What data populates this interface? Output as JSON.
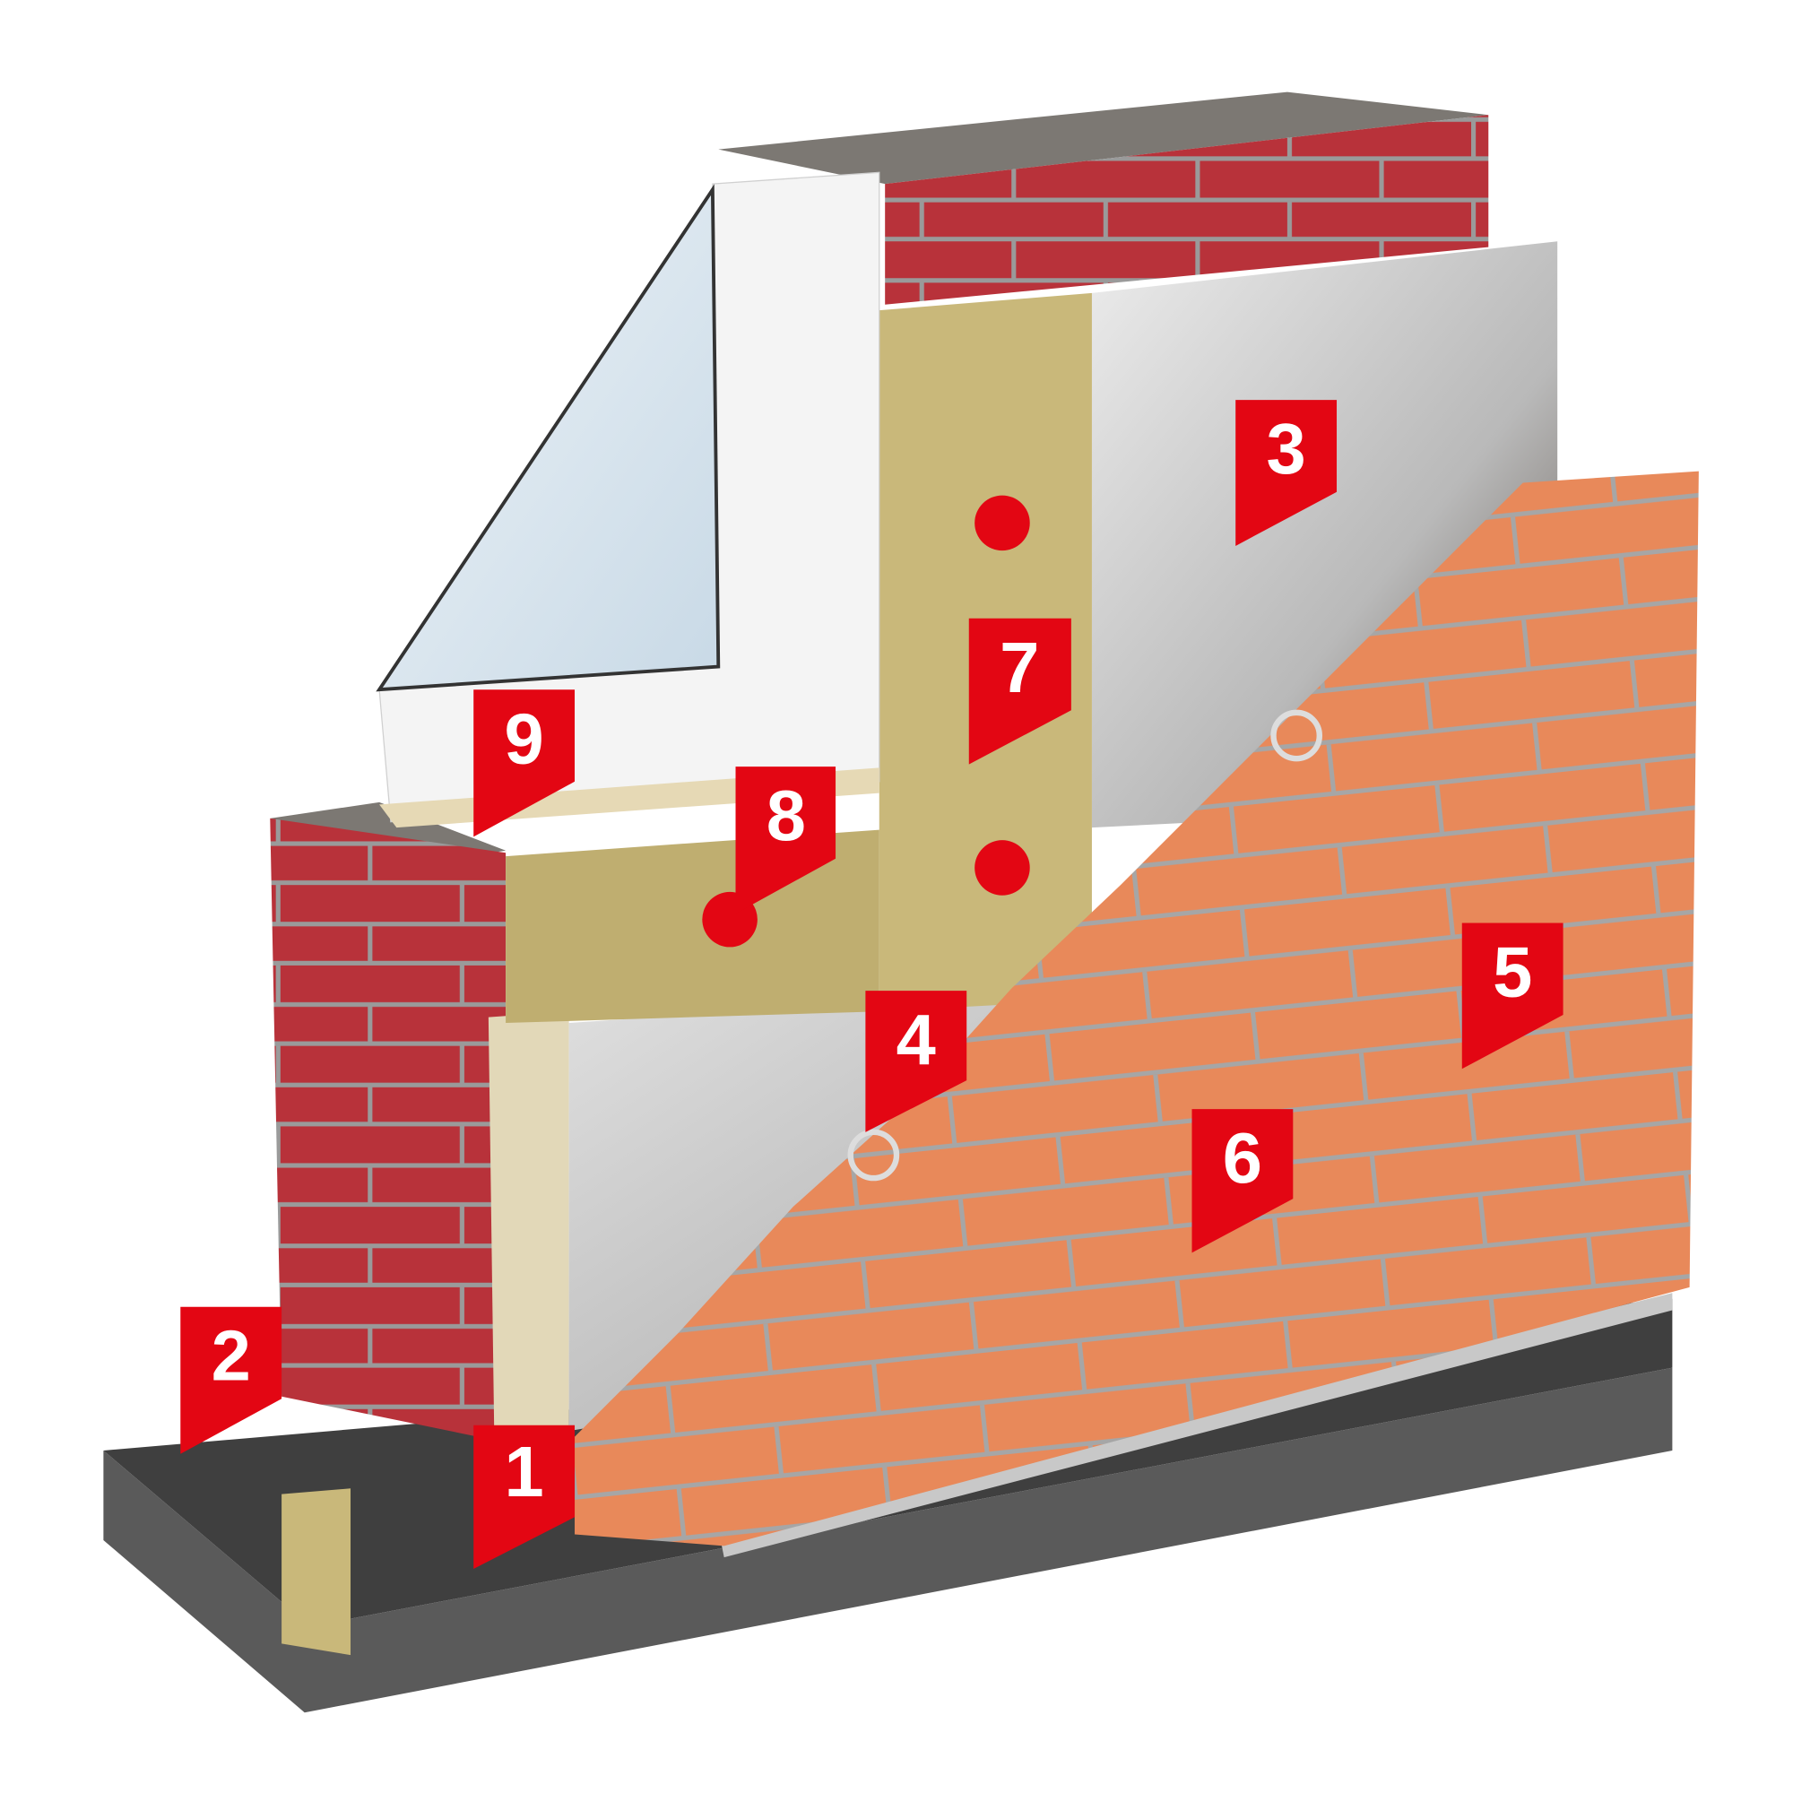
{
  "diagram": {
    "type": "wall-construction-cutaway",
    "markers": [
      {
        "label": "1"
      },
      {
        "label": "2"
      },
      {
        "label": "3"
      },
      {
        "label": "4"
      },
      {
        "label": "5"
      },
      {
        "label": "6"
      },
      {
        "label": "7"
      },
      {
        "label": "8"
      },
      {
        "label": "9"
      }
    ],
    "colors": {
      "marker": "#e30613",
      "red_brick": "#b8323a",
      "facing_brick": "#e8895a",
      "mineral_wool": "#c9b87a",
      "foil": "#d9d9d9",
      "base": "#4a4a4a",
      "window_frame": "#f4f4f4",
      "glass": "#dce8f2"
    }
  }
}
